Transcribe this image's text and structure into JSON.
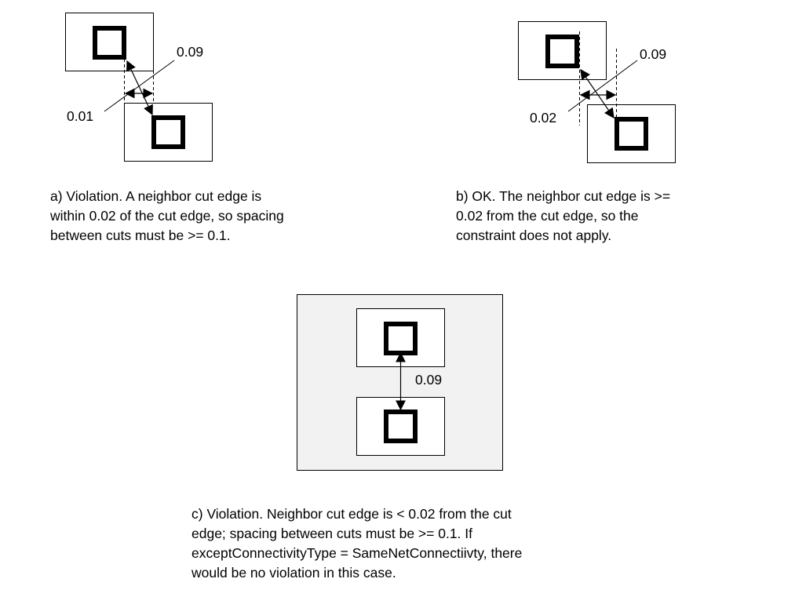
{
  "panel_a": {
    "dim_diagonal": "0.09",
    "dim_edge": "0.01",
    "caption": [
      "a) Violation. A neighbor cut edge is",
      "within 0.02 of the cut edge, so spacing",
      "between cuts must be >= 0.1."
    ]
  },
  "panel_b": {
    "dim_diagonal": "0.09",
    "dim_edge": "0.02",
    "caption": [
      "b) OK. The neighbor cut edge is >=",
      "0.02 from the cut edge, so the",
      "constraint does not apply."
    ]
  },
  "panel_c": {
    "dim_vertical": "0.09",
    "caption": [
      "c) Violation. Neighbor cut edge is < 0.02 from the cut",
      "edge; spacing between cuts must be >= 0.1. If",
      "exceptConnectivityType = SameNetConnectiivty, there",
      "would be no violation in this case."
    ]
  },
  "colors": {
    "panel_c_fill": "#f2f2f2",
    "stroke": "#000000"
  }
}
